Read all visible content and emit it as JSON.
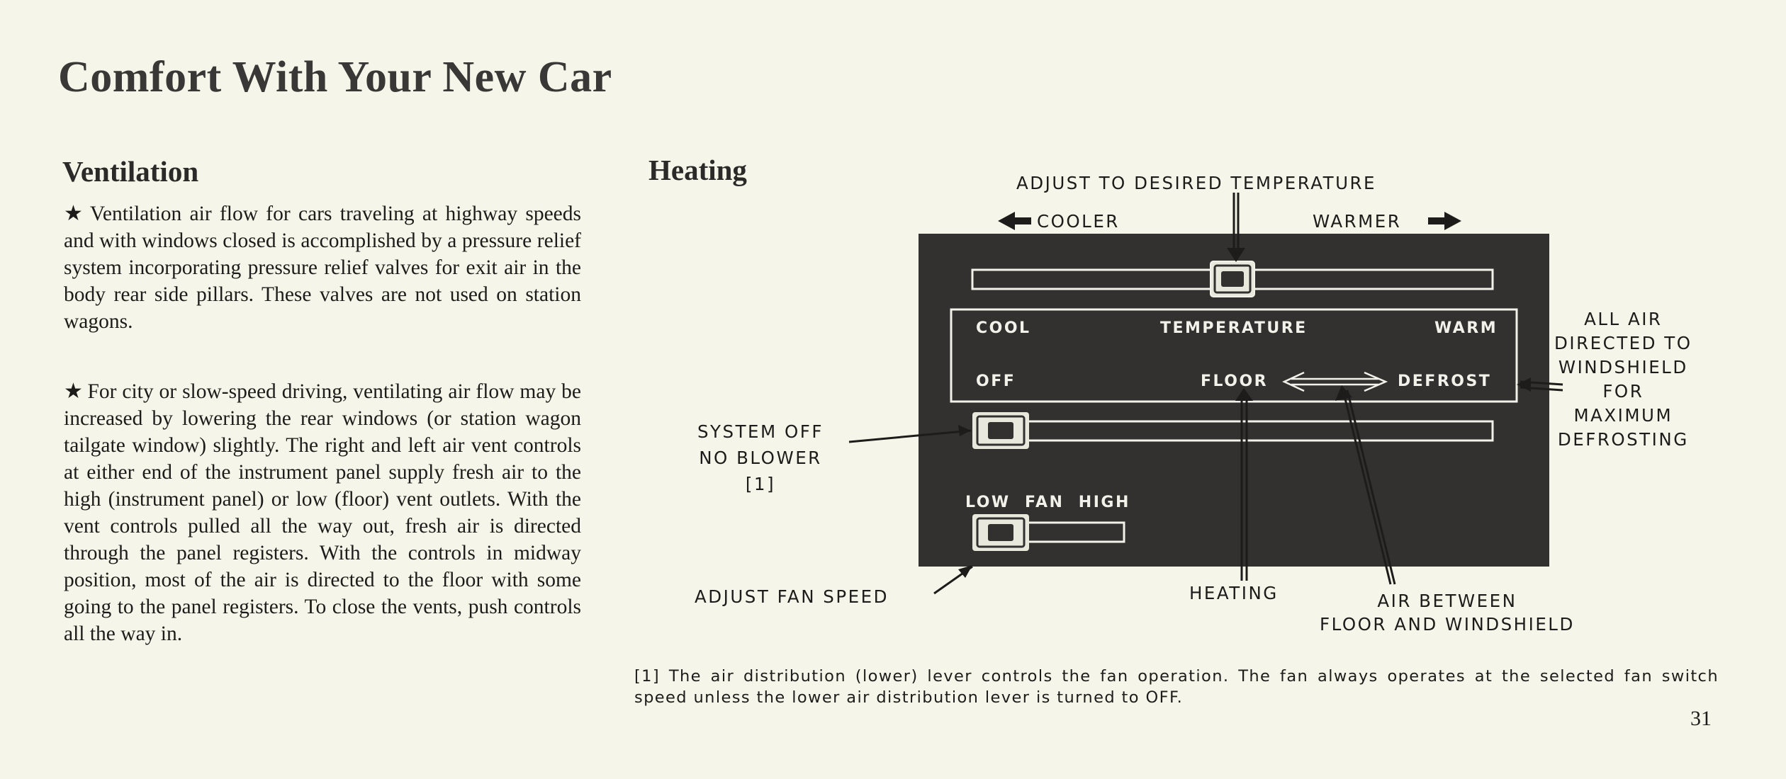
{
  "page": {
    "title": "Comfort With Your New Car",
    "page_number": "31"
  },
  "ventilation": {
    "heading": "Ventilation",
    "bullet_icon": "star-icon",
    "paragraphs": [
      "Ventilation air flow for cars traveling at highway speeds and with windows closed is accomplished by a pressure relief system incorporating pressure relief valves for exit air in the body rear side pillars. These valves are not used on station wagons.",
      "For city or slow-speed driving, ventilating air flow may be increased by lowering the rear windows (or station wagon tailgate window) slightly. The right and left air vent controls at either end of the instrument panel supply fresh air to the high (instrument panel) or low (floor) vent outlets. With the vent controls pulled all the way out, fresh air is directed through the panel registers. With the controls in midway position, most of the air is directed to the floor with some going to the panel registers. To close the vents, push controls all the way in."
    ]
  },
  "heating": {
    "heading": "Heating",
    "callouts": {
      "adjust_temp": "ADJUST TO DESIRED TEMPERATURE",
      "cooler": "COOLER",
      "warmer": "WARMER",
      "all_air": [
        "ALL AIR",
        "DIRECTED TO",
        "WINDSHIELD",
        "FOR",
        "MAXIMUM",
        "DEFROSTING"
      ],
      "system_off": [
        "SYSTEM OFF",
        "NO BLOWER",
        "[1]"
      ],
      "adjust_fan": "ADJUST FAN SPEED",
      "heating": "HEATING",
      "air_between": [
        "AIR BETWEEN",
        "FLOOR AND WINDSHIELD"
      ]
    },
    "panel": {
      "cool": "COOL",
      "temperature": "TEMPERATURE",
      "warm": "WARM",
      "off": "OFF",
      "floor": "FLOOR",
      "defrost": "DEFROST",
      "fan": "LOW  FAN  HIGH"
    },
    "footnote": "[1] The air distribution (lower) lever controls the fan operation. The fan always operates at the selected fan switch speed unless the lower air distribution lever is turned to OFF."
  },
  "colors": {
    "paper": "#f5f6e9",
    "ink": "#1d1c1a",
    "panel": "#333130"
  }
}
